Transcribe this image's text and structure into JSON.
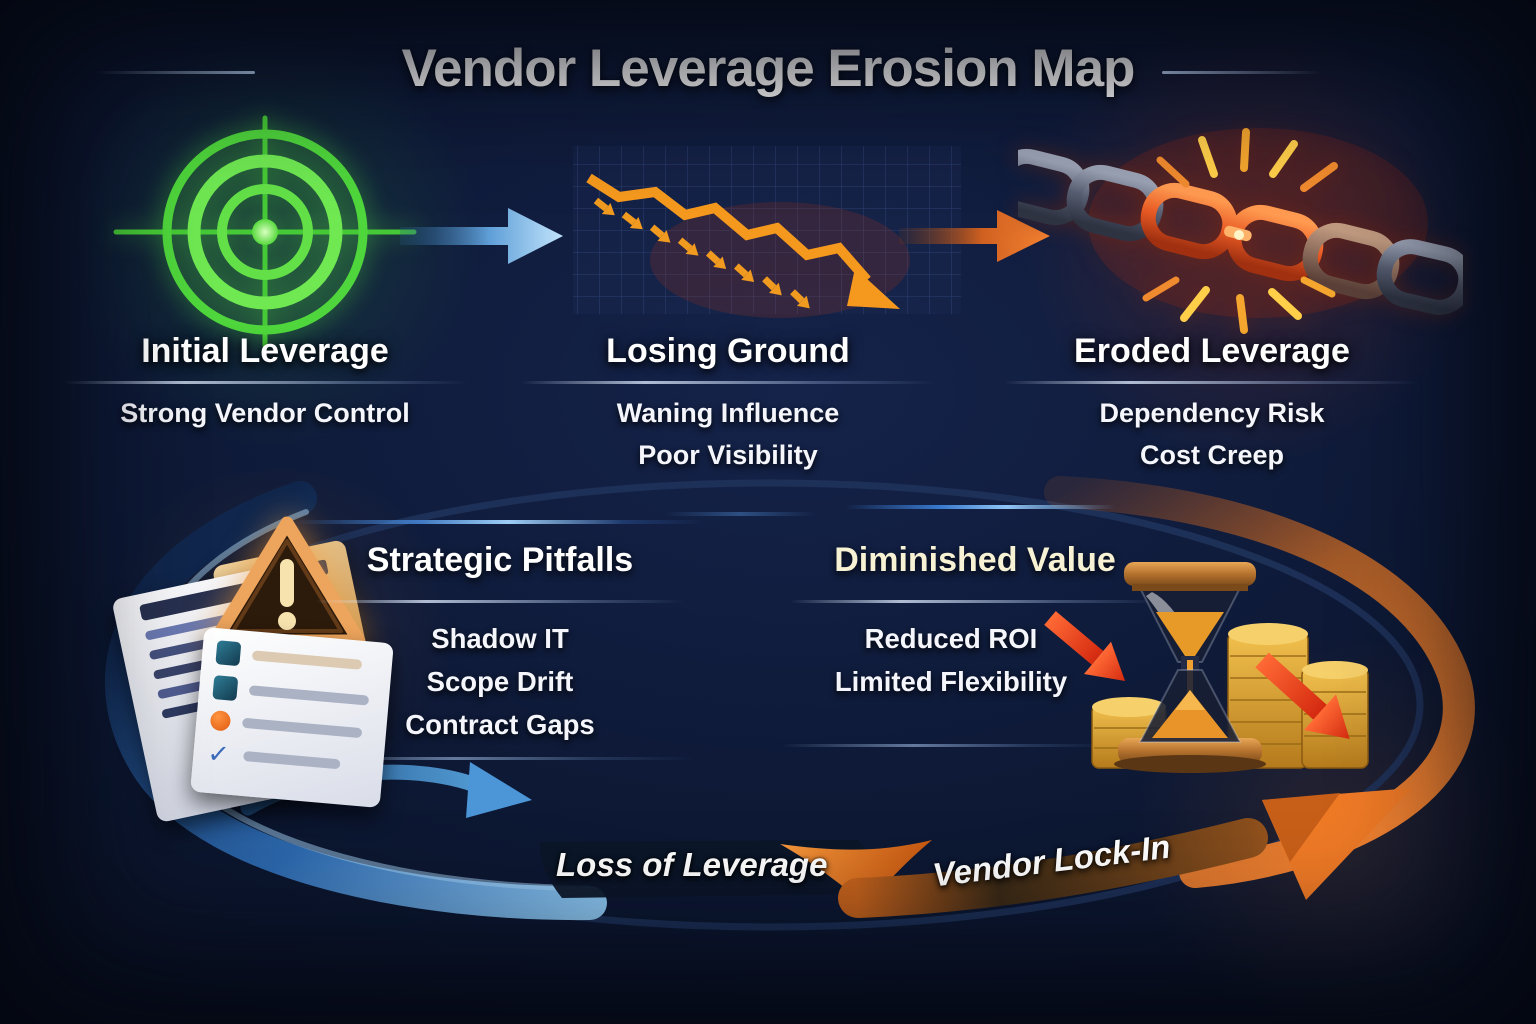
{
  "title": "Vendor Leverage Erosion Map",
  "stages": [
    {
      "label": "Initial Leverage",
      "icon": "target-icon",
      "details": [
        "Strong Vendor Control"
      ]
    },
    {
      "label": "Losing Ground",
      "icon": "declining-chart-icon",
      "details": [
        "Waning Influence",
        "Poor Visibility"
      ]
    },
    {
      "label": "Eroded Leverage",
      "icon": "broken-chain-icon",
      "details": [
        "Dependency Risk",
        "Cost Creep"
      ]
    }
  ],
  "loop": {
    "pitfalls": {
      "label": "Strategic Pitfalls",
      "icon": "warning-documents-icon",
      "items": [
        "Shadow IT",
        "Scope Drift",
        "Contract Gaps"
      ]
    },
    "diminished": {
      "label": "Diminished Value",
      "icon": "hourglass-coins-icon",
      "items": [
        "Reduced ROI",
        "Limited Flexibility"
      ]
    },
    "labels": [
      {
        "text": "Loss of Leverage"
      },
      {
        "text": "Vendor Lock-In"
      }
    ]
  },
  "colors": {
    "background": "#0e1a38",
    "heading_text": "#ffffff",
    "diminished_heading_tint": "#f7f2d4",
    "flow_arrow_blue": "#7db6e8",
    "flow_arrow_orange": "#f07a28",
    "target_green": "#5ce04a",
    "chart_orange": "#f5991e",
    "chain_hot_red": "#e85a24",
    "loop_blue": "#4c96d8",
    "loop_orange": "#ef7a26",
    "alert_red": "#e8411c",
    "coin_gold": "#e0a030"
  }
}
